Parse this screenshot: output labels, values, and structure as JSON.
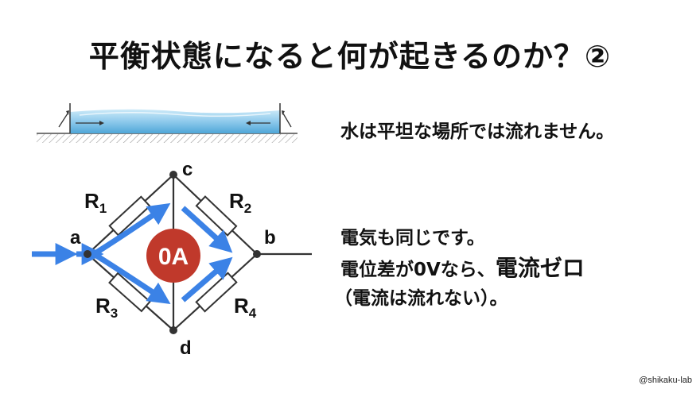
{
  "title": "平衡状態になると何が起きるのか？②",
  "water_text": "水は平坦な場所では流れません。",
  "electric_text": "電気も同じです。",
  "voltage_text_prefix": "電位差が0Vなら、",
  "voltage_text_emphasis": "電流ゼロ",
  "no_current_text": "（電流は流れない）。",
  "nodes": {
    "a": "a",
    "b": "b",
    "c": "c",
    "d": "d"
  },
  "resistors": [
    {
      "base": "R",
      "sub": "1"
    },
    {
      "base": "R",
      "sub": "2"
    },
    {
      "base": "R",
      "sub": "3"
    },
    {
      "base": "R",
      "sub": "4"
    }
  ],
  "center_current": "0A",
  "watermark": "@shikaku-lab",
  "colors": {
    "arrow_blue": "#3b82e6",
    "zero_badge": "#c0392b",
    "water_light": "#a9d8f2",
    "water_dark": "#4fa6d8"
  }
}
